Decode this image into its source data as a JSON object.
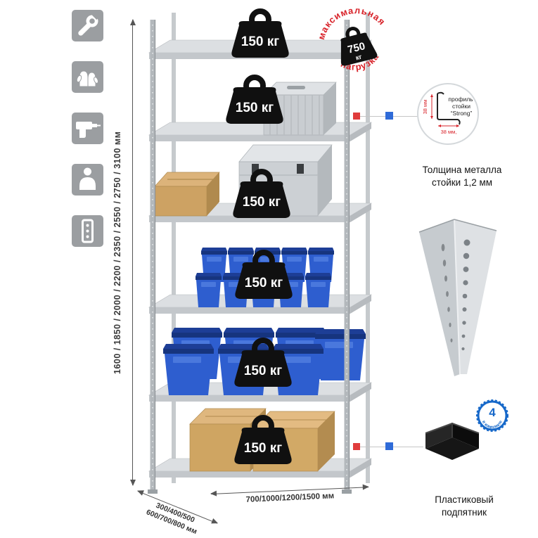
{
  "product": {
    "shelf_load_labels": [
      "150 кг",
      "150 кг",
      "150 кг",
      "150 кг",
      "150 кг",
      "150 кг"
    ],
    "stamp": {
      "arc_top": "максимальная",
      "arc_bottom": "нагрузка",
      "value": "750",
      "unit": "кг"
    },
    "dimensions": {
      "height": "1600 / 1850 / 2000 / 2200 / 2350 / 2550 / 2750 / 3100 мм",
      "depth_line1": "300/400/500",
      "depth_line2": "600/700/800 мм",
      "width": "700/1000/1200/1500 мм"
    },
    "profile_callout": {
      "line1": "профиль",
      "line2": "стойки",
      "line3": "“Strong”",
      "dim_v": "38 мм",
      "dim_h": "38 мм,",
      "caption1": "Толщина металла",
      "caption2": "стойки 1,2 мм"
    },
    "foot_callout": {
      "badge_number": "4",
      "badge_text": "в комплекте",
      "caption1": "Пластиковый",
      "caption2": "подпятник"
    }
  },
  "icons": [
    {
      "name": "wrench-icon"
    },
    {
      "name": "gloves-icon"
    },
    {
      "name": "drill-icon"
    },
    {
      "name": "person-icon"
    },
    {
      "name": "rack-post-icon"
    }
  ],
  "colors": {
    "stamp_red": "#d8232a",
    "badge_blue": "#1668c9",
    "marker_red": "#e03c3c",
    "marker_blue": "#2f6bd8",
    "bin_blue": "#2e5ecf",
    "cardboard": "#cfa562",
    "metal": "#ccd0d4"
  }
}
